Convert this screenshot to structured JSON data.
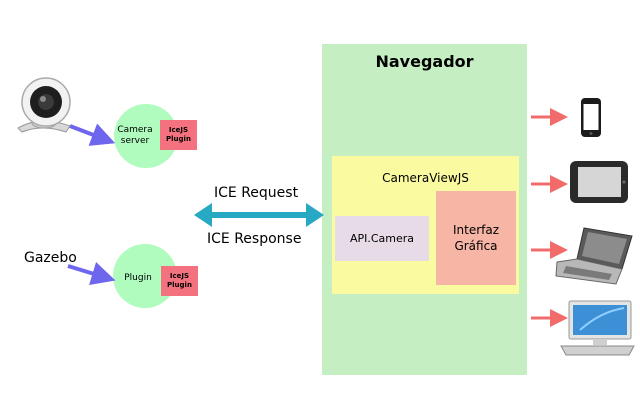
{
  "browser": {
    "title": "Navegador"
  },
  "camera_view": {
    "title": "CameraViewJS",
    "api_box": "API.Camera",
    "ui_box_line1": "Interfaz",
    "ui_box_line2": "Gráfica"
  },
  "camera_server": {
    "line1": "Camera",
    "line2": "server",
    "plugin_line1": "IceJS",
    "plugin_line2": "Plugin"
  },
  "gazebo": {
    "label": "Gazebo",
    "node_label": "Plugin",
    "plugin_line1": "IceJS",
    "plugin_line2": "Plugin"
  },
  "connection": {
    "request": "ICE Request",
    "response": "ICE Response"
  },
  "devices": [
    "smartphone-icon",
    "tablet-icon",
    "laptop-icon",
    "desktop-icon"
  ],
  "colors": {
    "browser_bg": "#c5efc2",
    "component_bg": "#fafaa0",
    "api_bg": "#e6dbe6",
    "ui_bg": "#f7b5a5",
    "node_bg": "#b0fbbe",
    "plugin_bg": "#f4727f",
    "arrow_blue": "#6f66ee",
    "arrow_teal": "#27a8c3",
    "arrow_red": "#f26b6b"
  }
}
